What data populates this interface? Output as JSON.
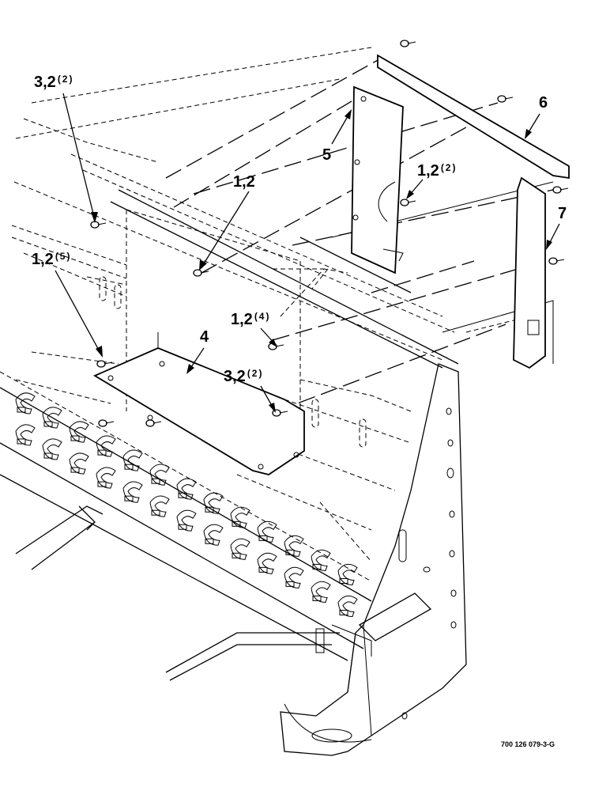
{
  "callouts": {
    "c1": {
      "main": "3,2",
      "qty": "(2)"
    },
    "c2": {
      "main": "1,2",
      "qty": ""
    },
    "c3": {
      "main": "1,2",
      "qty": "(5)"
    },
    "c4": {
      "main": "4",
      "qty": ""
    },
    "c5": {
      "main": "1,2",
      "qty": "(4)"
    },
    "c6": {
      "main": "3,2",
      "qty": "(2)"
    },
    "c7": {
      "main": "5",
      "qty": ""
    },
    "c8": {
      "main": "1,2",
      "qty": "(2)"
    },
    "c9": {
      "main": "6",
      "qty": ""
    },
    "c10": {
      "main": "7",
      "qty": ""
    }
  },
  "figure_id": "700 126 079-3-G"
}
